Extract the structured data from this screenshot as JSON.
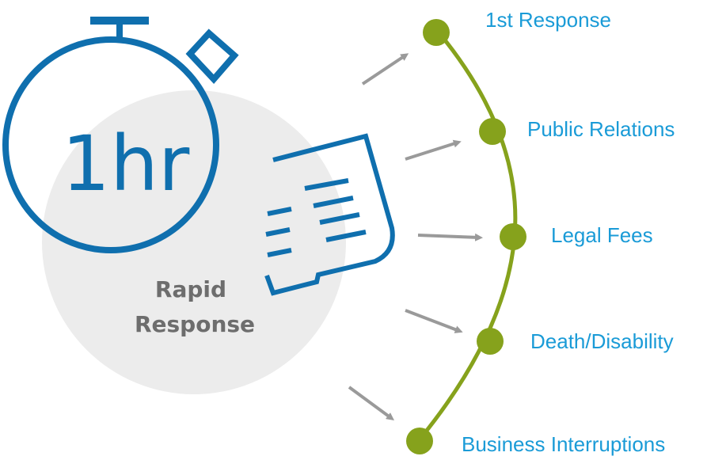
{
  "timer": {
    "label": "1hr"
  },
  "center": {
    "line1": "Rapid",
    "line2": "Response"
  },
  "steps": [
    {
      "label": "1st Response"
    },
    {
      "label": "Public Relations"
    },
    {
      "label": "Legal Fees"
    },
    {
      "label": "Death/Disability"
    },
    {
      "label": "Business Interruptions"
    }
  ],
  "colors": {
    "blue": "#0f6fae",
    "green": "#86a21c",
    "gray_circle": "#ececec",
    "gray_text": "#6d6d6d",
    "arrow": "#9a9a9a",
    "label_blue": "#1a9bd7"
  },
  "icons": {
    "timer": "stopwatch-icon",
    "document": "document-icon"
  }
}
